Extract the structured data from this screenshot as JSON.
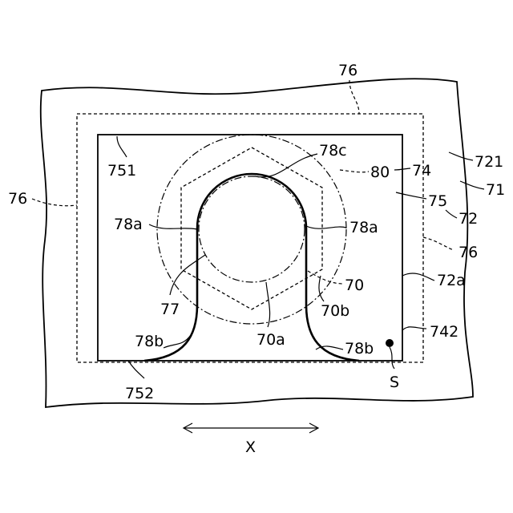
{
  "labels": {
    "l76_top": "76",
    "l76_left": "76",
    "l76_right": "76",
    "l751": "751",
    "l78c": "78c",
    "l80": "80",
    "l74": "74",
    "l721": "721",
    "l71": "71",
    "l75": "75",
    "l72": "72",
    "l78a_left": "78a",
    "l78a_right": "78a",
    "l72a": "72a",
    "l70": "70",
    "l77": "77",
    "l70b": "70b",
    "l742": "742",
    "l78b_left": "78b",
    "l70a": "70a",
    "l78b_right": "78b",
    "lS": "S",
    "l752": "752",
    "lX": "X"
  }
}
